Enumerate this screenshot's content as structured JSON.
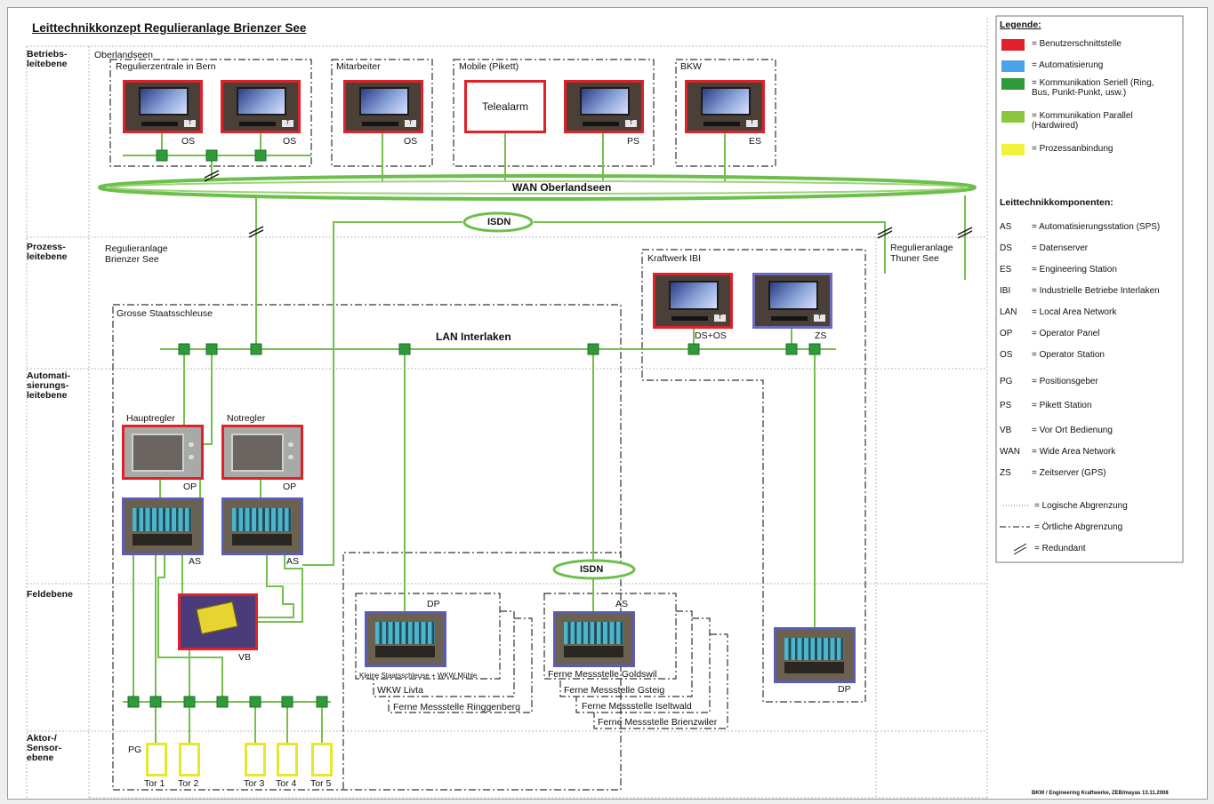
{
  "title": "Leittechnikkonzept Regulieranlage Brienzer See",
  "levels": [
    "Betriebs-\nleitebene",
    "Prozess-\nleitebene",
    "Automati-\nsierungs-\nleitebene",
    "Feldebene",
    "Aktor-/\nSensor-\nebene"
  ],
  "regions": {
    "oberlandseen": "Oberlandseen",
    "regulierzentrale": "Regulierzentrale in Bern",
    "mitarbeiter": "Mitarbeiter",
    "mobile": "Mobile (Pikett)",
    "bkw": "BKW",
    "regulieranlage_brienz": "Regulieranlage\nBrienzer See",
    "kraftwerk_ibi": "Kraftwerk IBI",
    "regulieranlage_thun": "Regulieranlage\nThuner See",
    "grosse_staatsschleuse": "Grosse Staatsschleuse"
  },
  "networks": {
    "wan": "WAN Oberlandseen",
    "isdn_top": "ISDN",
    "lan": "LAN Interlaken",
    "isdn_bottom": "ISDN"
  },
  "devices": {
    "os1": "OS",
    "os2": "OS",
    "os3": "OS",
    "telealarm": "Telealarm",
    "ps": "PS",
    "es": "ES",
    "ds_os": "DS+OS",
    "zs": "ZS",
    "hauptregler": "Hauptregler",
    "notregler": "Notregler",
    "op1": "OP",
    "op2": "OP",
    "as1": "AS",
    "as2": "AS",
    "vb": "VB",
    "dp_small": "DP",
    "as_remote": "AS",
    "dp_right": "DP",
    "pg": "PG"
  },
  "remote_left": [
    "Kleine Staatsschleuse + WKW Mühle",
    "WKW Livta",
    "Ferne Messstelle Ringgenberg"
  ],
  "remote_right": [
    "Ferne Messstelle Goldswil",
    "Ferne Messstelle Gsteig",
    "Ferne Messstelle  Iseltwald",
    "Ferne Messstelle Brienzwiler"
  ],
  "tore": [
    "Tor 1",
    "Tor 2",
    "Tor 3",
    "Tor 4",
    "Tor 5"
  ],
  "legend": {
    "title": "Legende:",
    "items": [
      {
        "color": "#e0212a",
        "text": "= Benutzerschnittstelle"
      },
      {
        "color": "#4aa3e8",
        "text": "= Automatisierung"
      },
      {
        "color": "#2f9a3a",
        "text": "= Kommunikation Seriell (Ring,\nBus, Punkt-Punkt, usw.)"
      },
      {
        "color": "#8cc63e",
        "text": "= Kommunikation Parallel\n(Hardwired)"
      },
      {
        "color": "#f2f23a",
        "text": "= Prozessanbindung"
      }
    ],
    "components_title": "Leittechnikkomponenten:",
    "abbrev": [
      {
        "k": "AS",
        "v": "= Automatisierungsstation (SPS)"
      },
      {
        "k": "DS",
        "v": "= Datenserver"
      },
      {
        "k": "ES",
        "v": "= Engineering Station"
      },
      {
        "k": "IBI",
        "v": "= Industrielle Betriebe Interlaken"
      },
      {
        "k": "LAN",
        "v": "= Local Area Network"
      },
      {
        "k": "OP",
        "v": "= Operator Panel"
      },
      {
        "k": "OS",
        "v": "= Operator Station"
      },
      {
        "k": "PG",
        "v": "= Positionsgeber"
      },
      {
        "k": "PS",
        "v": "= Pikett Station"
      },
      {
        "k": "VB",
        "v": "= Vor Ort Bedienung"
      },
      {
        "k": "WAN",
        "v": "= Wide Area Network"
      },
      {
        "k": "ZS",
        "v": "= Zeitserver (GPS)"
      }
    ],
    "logical": "= Logische Abgrenzung",
    "local": "= Örtliche Abgrenzung",
    "redundant": "= Redundant"
  },
  "footer": "BKW / Engineering Kraftwerke, ZEB/mayas 13.11.2008"
}
